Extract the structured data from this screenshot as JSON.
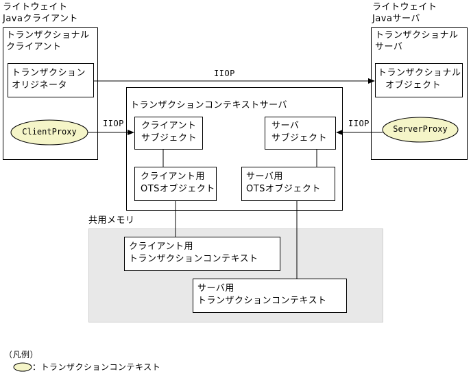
{
  "client": {
    "title_line1": "ライトウェイト",
    "title_line2": "Javaクライアント",
    "box_title_line1": "トランザクショナル",
    "box_title_line2": "クライアント",
    "originator_line1": "トランザクション",
    "originator_line2": "オリジネータ",
    "proxy": "ClientProxy"
  },
  "server": {
    "title_line1": "ライトウェイト",
    "title_line2": "Javaサーバ",
    "box_title_line1": "トランザクショナル",
    "box_title_line2": "サーバ",
    "object_line1": "トランザクショナル",
    "object_line2": "オブジェクト",
    "proxy": "ServerProxy"
  },
  "context_server": {
    "title": "トランザクションコンテキストサーバ",
    "client_subject_line1": "クライアント",
    "client_subject_line2": "サブジェクト",
    "server_subject_line1": "サーバ",
    "server_subject_line2": "サブジェクト",
    "client_ots_line1": "クライアント用",
    "client_ots_line2": "OTSオブジェクト",
    "server_ots_line1": "サーバ用",
    "server_ots_line2": "OTSオブジェクト"
  },
  "iiop": {
    "top": "IIOP",
    "left": "IIOP",
    "right": "IIOP"
  },
  "shared_memory": {
    "label": "共用メモリ",
    "client_context_line1": "クライアント用",
    "client_context_line2": "トランザクションコンテキスト",
    "server_context_line1": "サーバ用",
    "server_context_line2": "トランザクションコンテキスト"
  },
  "legend": {
    "title": "（凡例）",
    "ellipse_desc": "：トランザクションコンテキスト",
    "ellipse_color": "#f5f5c8"
  },
  "colors": {
    "proxy_fill": "#f5f5c8",
    "shared_memory_bg": "#e8e8e8"
  }
}
